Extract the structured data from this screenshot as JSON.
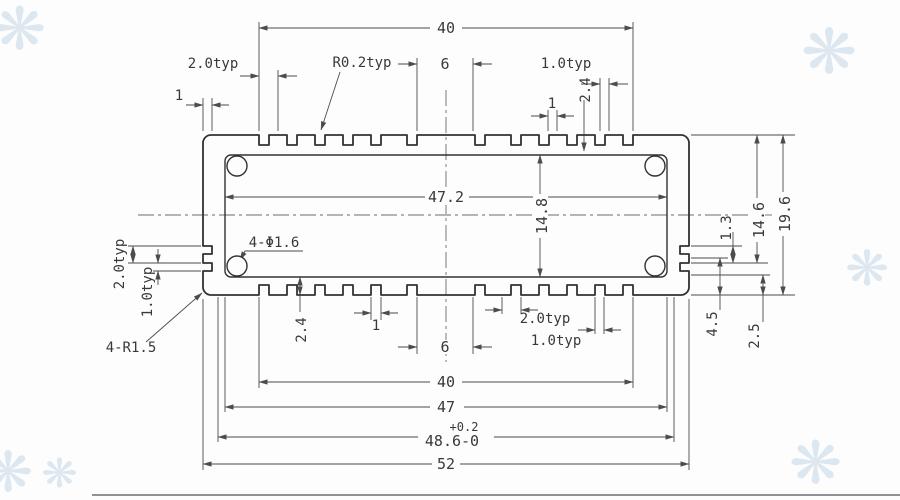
{
  "colors": {
    "ink": "#37393b",
    "line": "#4a4c4e",
    "profile": "#303234",
    "watermark": "#c7d9e8",
    "background": "#fdfdfd"
  },
  "watermark": {
    "glyph": "❋"
  },
  "annotations": {
    "top": {
      "dim_40": "40",
      "typ_2": "2.0typ",
      "radius_note": "R0.2typ",
      "dim_6": "6",
      "typ_1": "1.0typ",
      "dim_1_edge": "1",
      "dim_1_groove": "1",
      "dim_2_4": "2.4"
    },
    "cavity": {
      "width": "47.2",
      "height": "14.8"
    },
    "right": {
      "dim_19_6": "19.6",
      "dim_14_6": "14.6",
      "dim_1_3": "1.3",
      "dim_4_5": "4.5",
      "dim_2_5": "2.5"
    },
    "left": {
      "typ_2": "2.0typ",
      "typ_1": "1.0typ",
      "hole_note": "4-Φ1.6",
      "fillet_note": "4-R1.5"
    },
    "bottom": {
      "dim_2_4": "2.4",
      "dim_1": "1",
      "dim_6": "6",
      "typ_2": "2.0typ",
      "typ_1": "1.0typ",
      "dim_40": "40",
      "dim_47": "47",
      "tolerance": "+0.2",
      "dim_48_6": "48.6-0",
      "dim_52": "52"
    }
  }
}
